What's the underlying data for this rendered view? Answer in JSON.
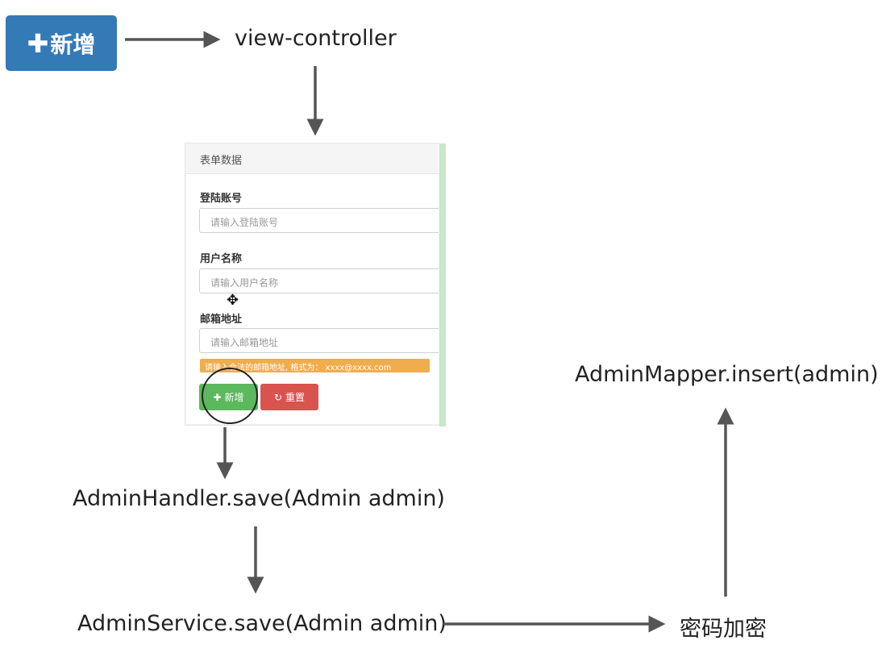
{
  "top_button": {
    "label": "新增",
    "icon": "plus-icon"
  },
  "nodes": {
    "view_controller": "view-controller",
    "handler": "AdminHandler.save(Admin admin)",
    "service": "AdminService.save(Admin admin)",
    "encrypt": "密码加密",
    "mapper": "AdminMapper.insert(admin)"
  },
  "form": {
    "header": "表单数据",
    "fields": [
      {
        "label": "登陆账号",
        "placeholder": "请输入登陆账号"
      },
      {
        "label": "用户名称",
        "placeholder": "请输入用户名称"
      },
      {
        "label": "邮箱地址",
        "placeholder": "请输入邮箱地址"
      }
    ],
    "email_hint": "请输入合法的邮箱地址, 格式为： xxxx@xxxx.com",
    "add_button": "新增",
    "reset_button": "重置"
  },
  "colors": {
    "primary": "#337ab7",
    "success": "#5cb85c",
    "danger": "#d9534f",
    "warning": "#f0ad4e",
    "arrow": "#555555"
  }
}
